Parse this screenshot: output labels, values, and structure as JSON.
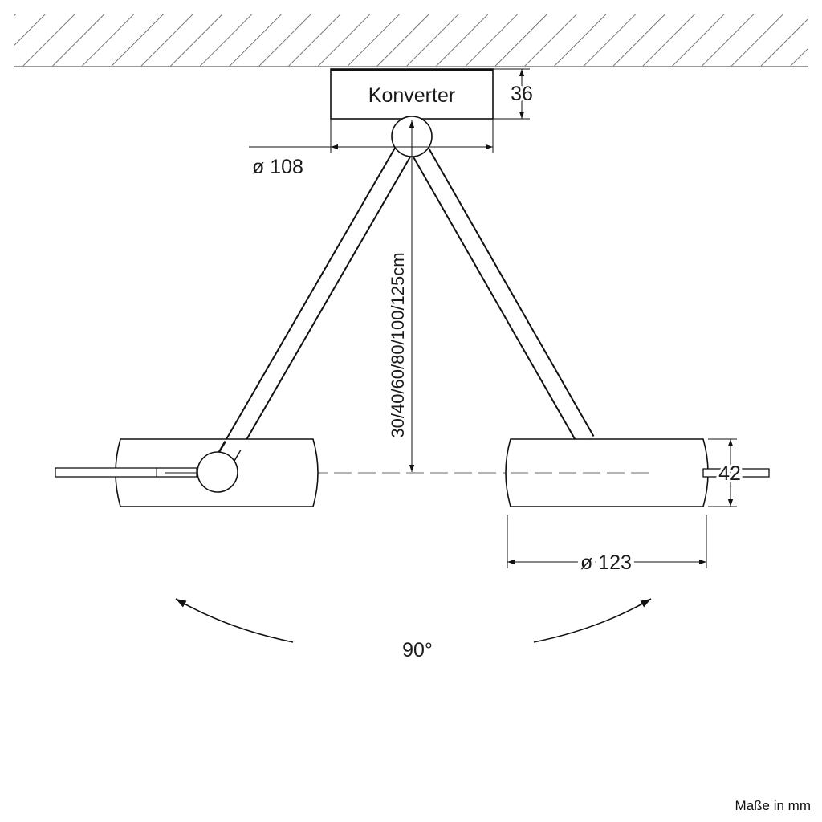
{
  "converter": {
    "label": "Konverter",
    "height_label": "36"
  },
  "dimensions": {
    "canopy_diameter": "ø 108",
    "drop_lengths": "30/40/60/80/100/125cm",
    "head_height": "42",
    "head_diameter": "ø 123",
    "rotation_angle": "90°"
  },
  "footnote": "Maße in mm"
}
